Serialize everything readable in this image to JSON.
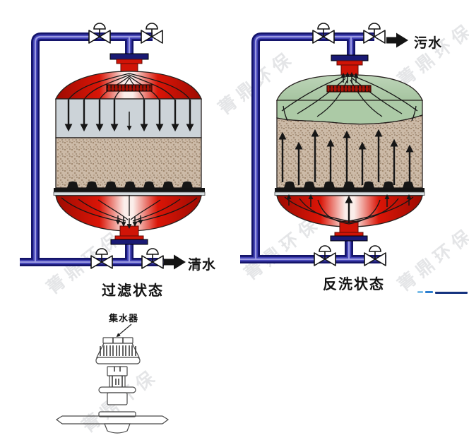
{
  "watermark": {
    "text": "菁鼎环保"
  },
  "filter_diagram": {
    "caption": "过滤状态",
    "outlet_label": "清水",
    "description": "filter-state tank: water flows downward through media"
  },
  "backwash_diagram": {
    "caption": "反洗状态",
    "outlet_label": "污水",
    "description": "backwash-state tank: water flows upward through media"
  },
  "nozzle_detail": {
    "label": "集水器"
  },
  "colors": {
    "pipe_dark": "#14146a",
    "pipe_mid": "#4040b4",
    "pipe_light": "#9a9ae2",
    "tank_red": "#d01407",
    "water_gray": "#ccd3d8",
    "media_sand": "#ccbaa7",
    "backwash_green": "#accaa6",
    "arrow_black": "#141414",
    "underline_light": "#7bbde8",
    "underline_mid": "#2e7fd0",
    "underline_dark": "#15337f"
  }
}
